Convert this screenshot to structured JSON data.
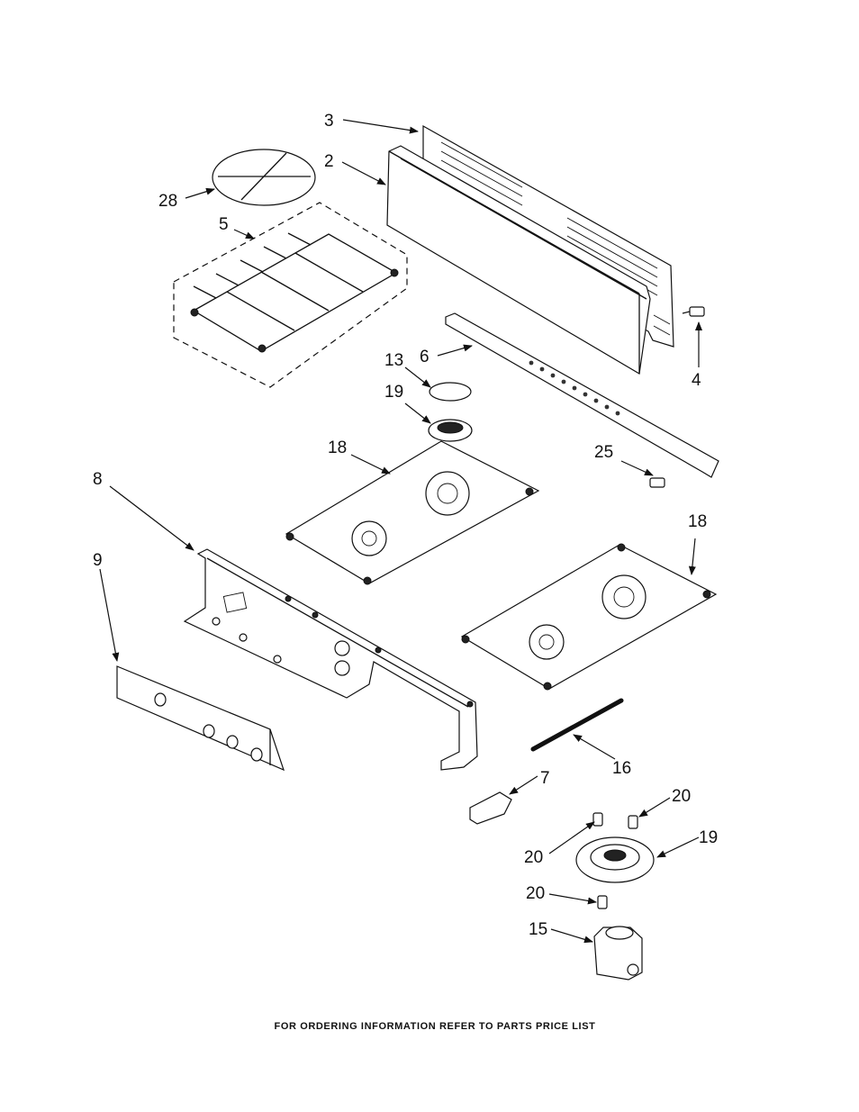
{
  "callouts": {
    "c2": "2",
    "c3": "3",
    "c4": "4",
    "c5": "5",
    "c6": "6",
    "c7": "7",
    "c8": "8",
    "c9": "9",
    "c13": "13",
    "c15": "15",
    "c16": "16",
    "c18a": "18",
    "c18b": "18",
    "c19a": "19",
    "c19b": "19",
    "c20a": "20",
    "c20b": "20",
    "c20c": "20",
    "c25": "25",
    "c28": "28"
  },
  "footer": "FOR ORDERING INFORMATION REFER TO PARTS PRICE LIST"
}
